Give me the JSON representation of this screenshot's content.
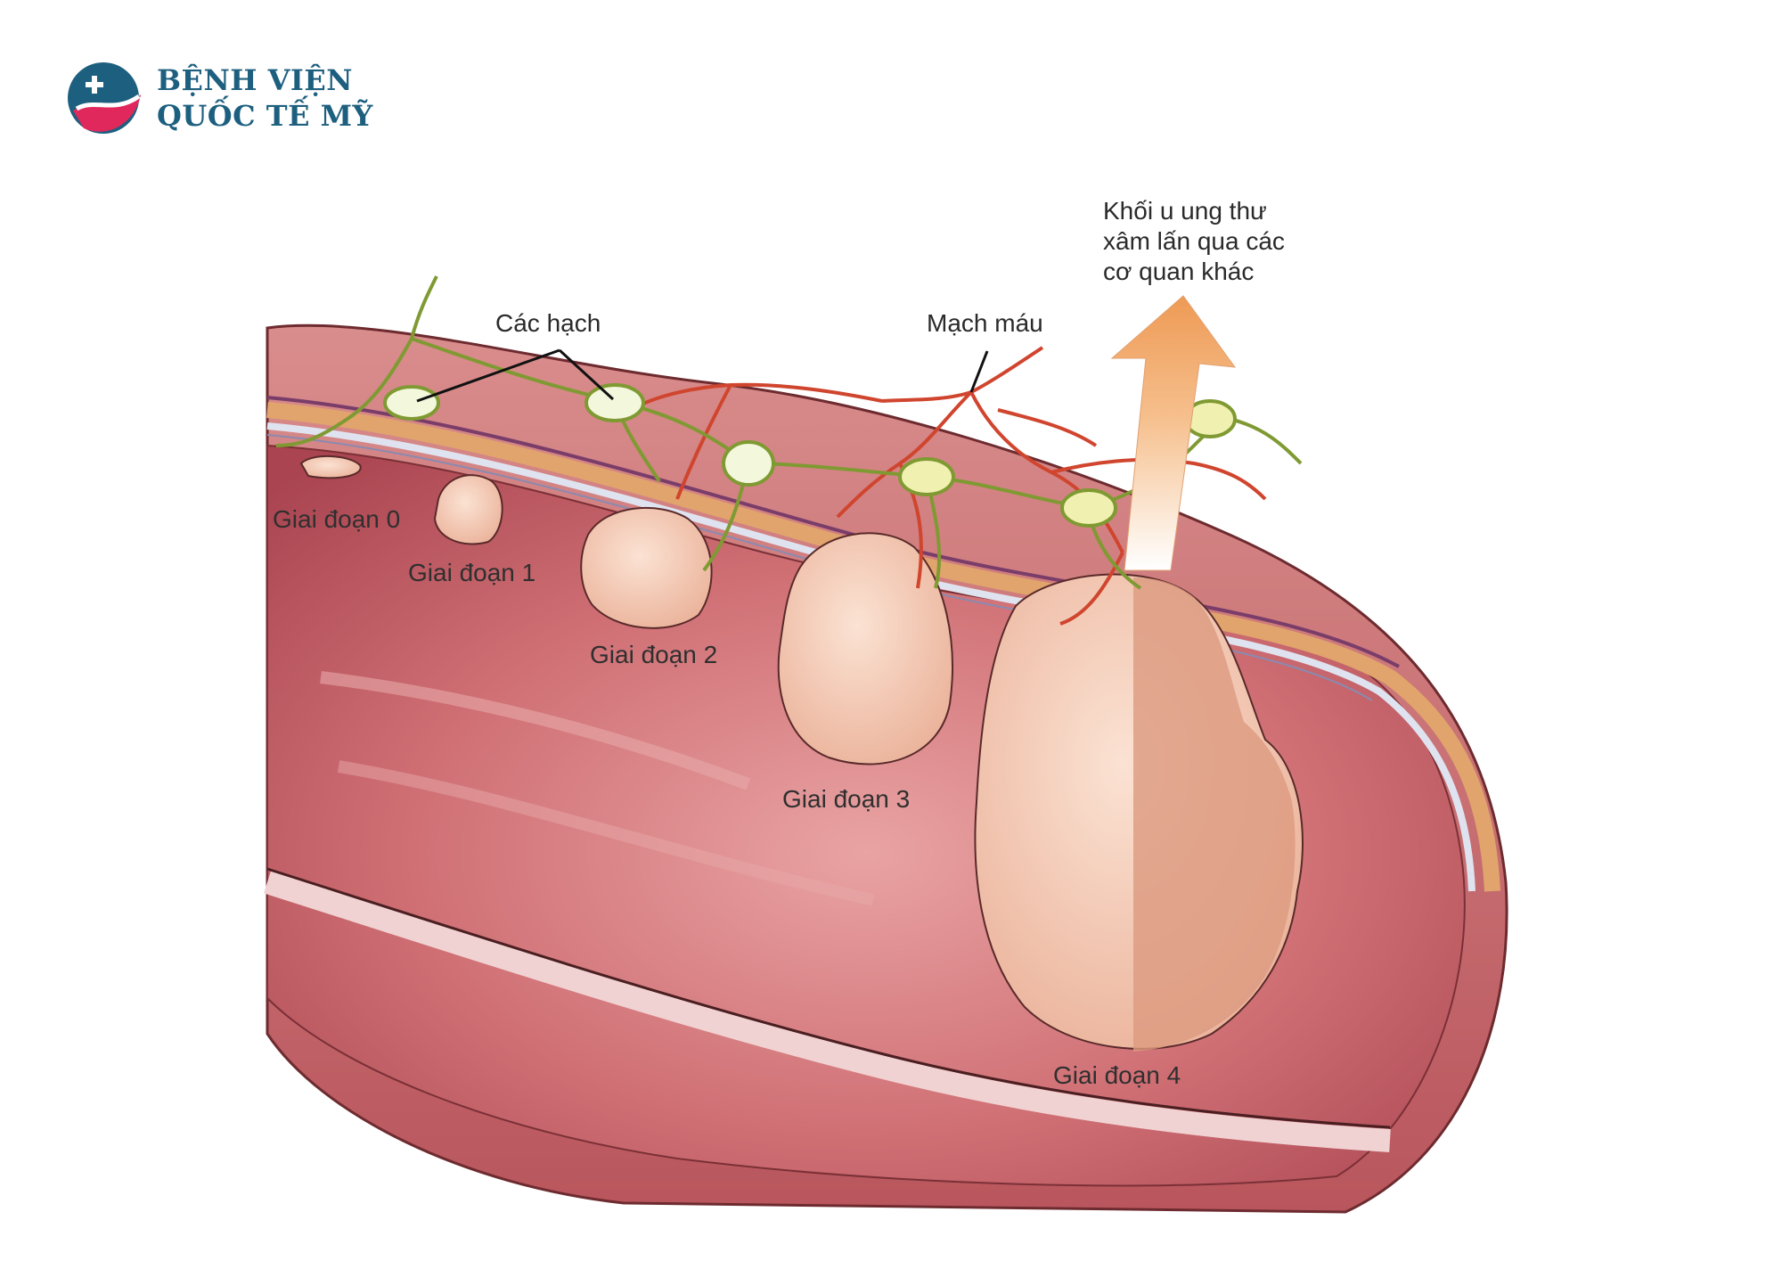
{
  "logo": {
    "line1": "BỆNH VIỆN",
    "line2": "QUỐC TẾ MỸ",
    "colors": {
      "teal": "#1d5f7f",
      "pink": "#e0285c"
    },
    "icon": "cross-heart-logo-icon"
  },
  "labels": {
    "lymph_nodes": "Các hạch",
    "blood_vessel": "Mạch máu",
    "invasion_line1": "Khối u ung thư",
    "invasion_line2": "xâm lấn qua các",
    "invasion_line3": "cơ quan khác"
  },
  "stages": [
    {
      "label": "Giai đoạn 0"
    },
    {
      "label": "Giai đoạn 1"
    },
    {
      "label": "Giai đoạn 2"
    },
    {
      "label": "Giai đoạn 3"
    },
    {
      "label": "Giai đoạn 4"
    }
  ],
  "colors": {
    "tissue": "#c9666e",
    "tissue_light": "#e8a9a8",
    "muscle_layer": "#e0a46c",
    "tumor": "#f2c3ac",
    "vessel": "#d0452e",
    "lymph": "#7f9a32",
    "arrow": "#f0a060"
  }
}
